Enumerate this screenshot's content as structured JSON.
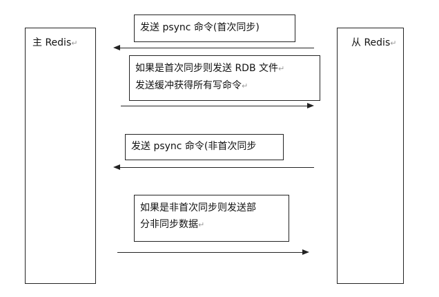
{
  "master": {
    "label": "主 Redis",
    "mark": "↵"
  },
  "slave": {
    "label": "从 Redis",
    "mark": "↵"
  },
  "messages": [
    {
      "line1": "发送 psync 命令(首次同步)",
      "mark": ""
    },
    {
      "line1": "如果是首次同步则发送 RDB 文件",
      "line1_mark": "↵",
      "line2": "发送缓冲获得所有写命令",
      "line2_mark": "↵"
    },
    {
      "line1": "发送 psync 命令(非首次同步"
    },
    {
      "line1": "如果是非首次同步则发送部",
      "line2": "分非同步数据",
      "line2_mark": "↵"
    }
  ]
}
